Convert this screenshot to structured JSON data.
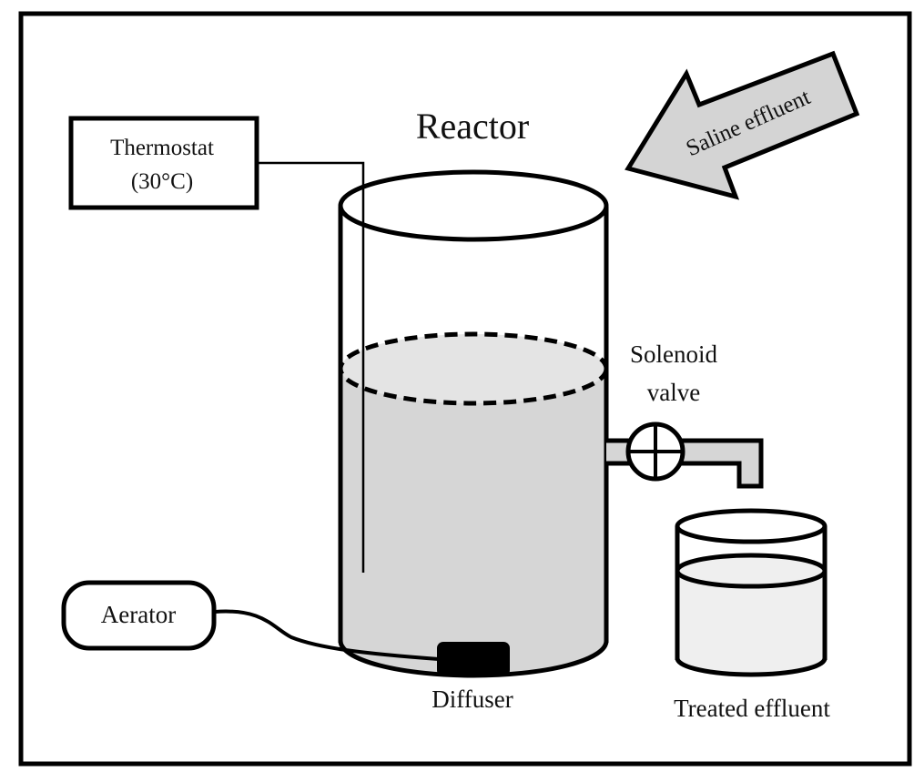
{
  "diagram": {
    "title": "Reactor",
    "colors": {
      "stroke": "#000000",
      "liquid": "#d6d6d6",
      "liquid_surface": "#e4e4e4",
      "arrow_fill": "#d4d4d4",
      "beaker_liquid": "#efefef",
      "background": "#ffffff"
    },
    "labels": {
      "reactor": "Reactor",
      "thermostat_line1": "Thermostat",
      "thermostat_line2": "(30°C)",
      "saline_effluent": "Saline effluent",
      "solenoid_line1": "Solenoid",
      "solenoid_line2": "valve",
      "aerator": "Aerator",
      "diffuser": "Diffuser",
      "treated_effluent": "Treated effluent"
    },
    "components": [
      {
        "id": "thermostat",
        "type": "box",
        "label": "Thermostat (30°C)"
      },
      {
        "id": "reactor",
        "type": "cylinder-vessel",
        "label": "Reactor"
      },
      {
        "id": "saline-effluent-inlet",
        "type": "arrow",
        "label": "Saline effluent"
      },
      {
        "id": "solenoid-valve",
        "type": "valve",
        "label": "Solenoid valve"
      },
      {
        "id": "aerator",
        "type": "rounded-box",
        "label": "Aerator"
      },
      {
        "id": "diffuser",
        "type": "block",
        "label": "Diffuser"
      },
      {
        "id": "treated-effluent",
        "type": "beaker",
        "label": "Treated effluent"
      }
    ],
    "connections": [
      {
        "from": "thermostat",
        "to": "reactor",
        "type": "wire"
      },
      {
        "from": "aerator",
        "to": "diffuser",
        "type": "tube"
      },
      {
        "from": "saline-effluent-inlet",
        "to": "reactor",
        "type": "flow"
      },
      {
        "from": "reactor",
        "to": "solenoid-valve",
        "type": "pipe"
      },
      {
        "from": "solenoid-valve",
        "to": "treated-effluent",
        "type": "outflow"
      }
    ]
  }
}
